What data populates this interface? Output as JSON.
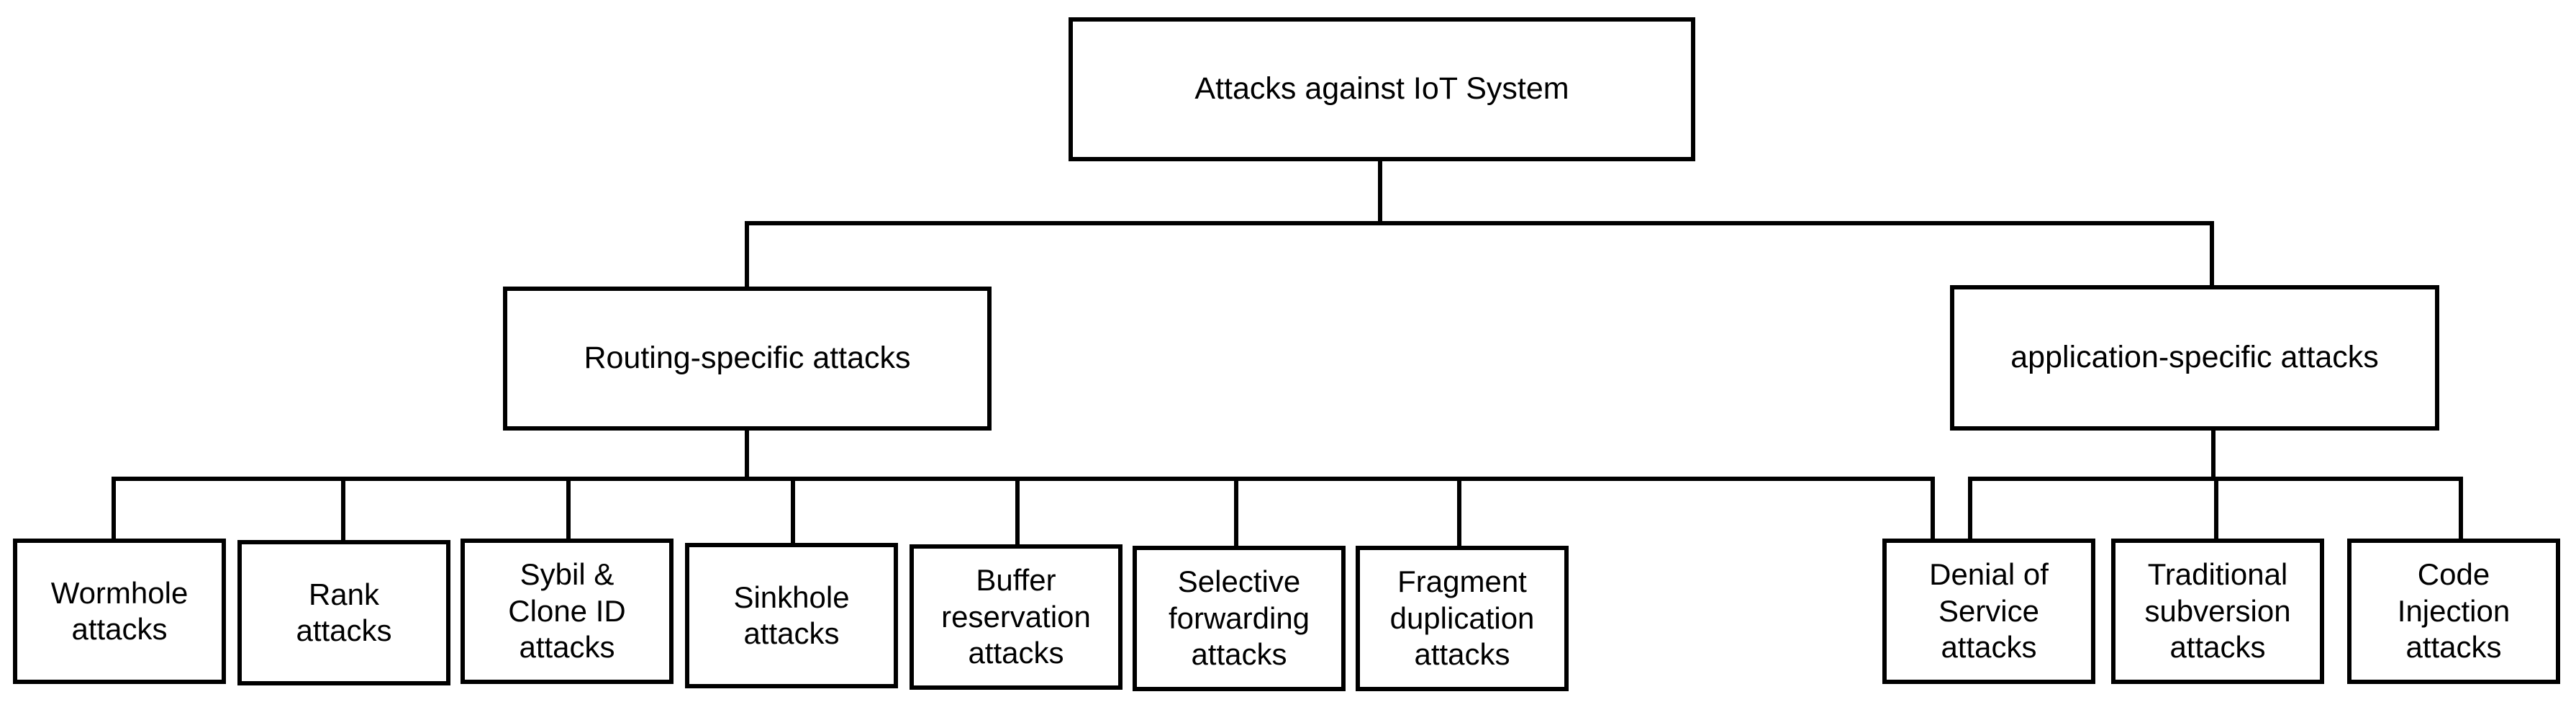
{
  "root": {
    "label": "Attacks against IoT System"
  },
  "categories": [
    {
      "label": "Routing-specific attacks",
      "children": [
        "Wormhole\nattacks",
        "Rank\nattacks",
        "Sybil &\nClone ID\nattacks",
        "Sinkhole\nattacks",
        "Buffer\nreservation\nattacks",
        "Selective\nforwarding\nattacks",
        "Fragment\nduplication\nattacks",
        "Denial of\nService\nattacks"
      ]
    },
    {
      "label": "application-specific attacks",
      "children": [
        "Traditional\nsubversion\nattacks",
        "Code\nInjection\nattacks"
      ]
    }
  ]
}
